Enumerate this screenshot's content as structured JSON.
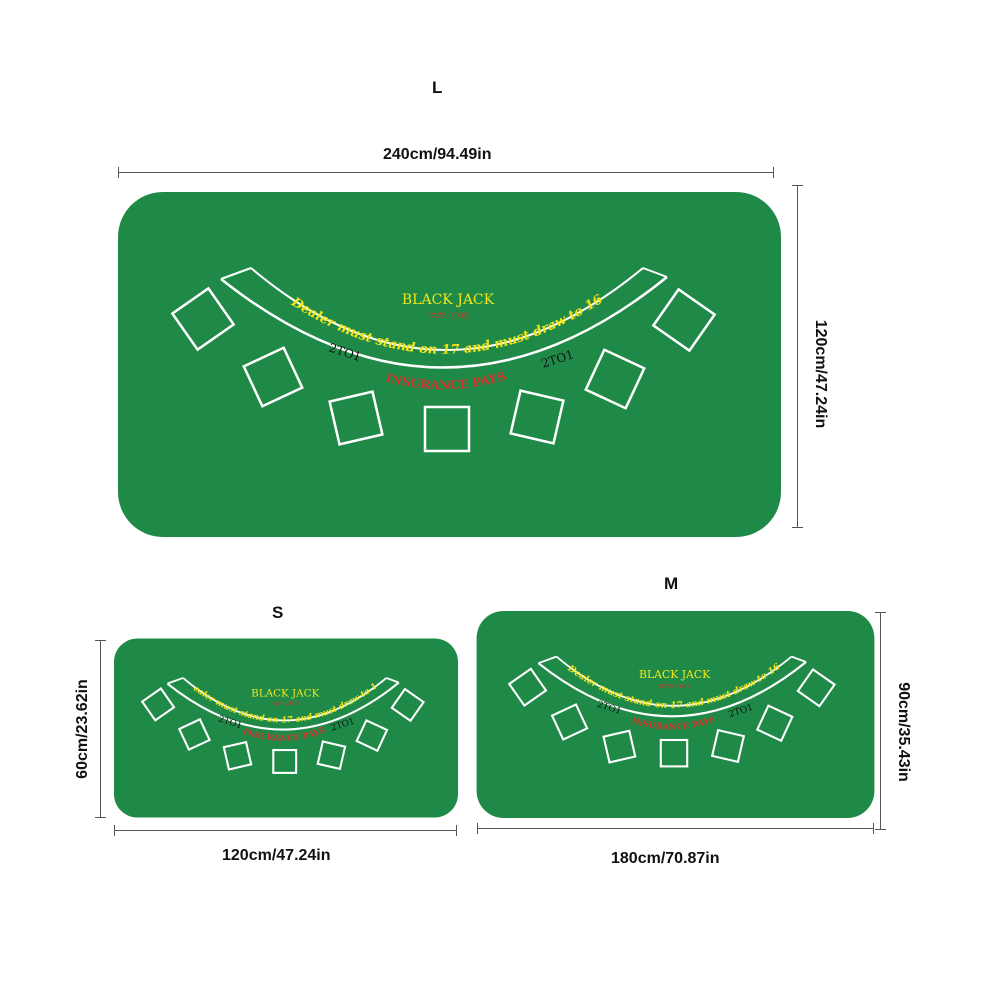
{
  "colors": {
    "felt": "#1f8a48",
    "line": "#ffffff",
    "gold": "#f2e51b",
    "red": "#d8332b",
    "black": "#111111"
  },
  "mats": {
    "large": {
      "size_label": "L",
      "width_label": "240cm/94.49in",
      "height_label": "120cm/47.24in"
    },
    "small": {
      "size_label": "S",
      "width_label": "120cm/47.24in",
      "height_label": "60cm/23.62in"
    },
    "medium": {
      "size_label": "M",
      "width_label": "180cm/70.87in",
      "height_label": "90cm/35.43in"
    }
  },
  "table_print": {
    "title": "BLACK JACK",
    "subtitle": "PAYS 3TO2",
    "dealer_rule": "Dealer must stand on 17 and must draw to 16",
    "insurance_left": "2TO1",
    "insurance": "INSURANCE PAYS",
    "insurance_right": "2TO1"
  }
}
